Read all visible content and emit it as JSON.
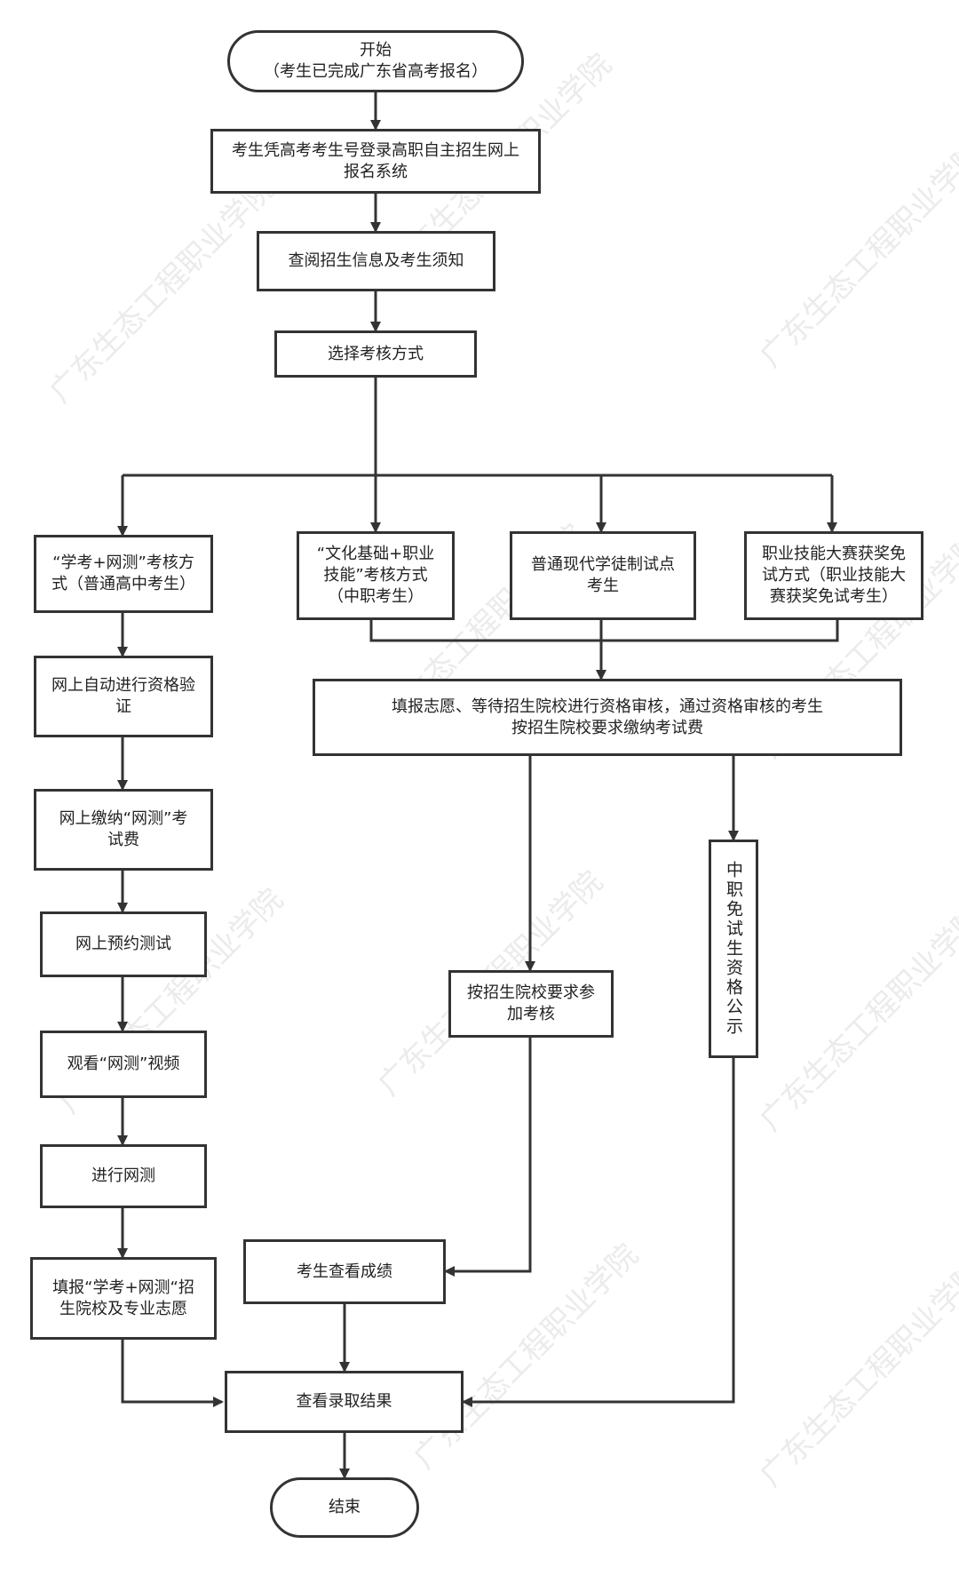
{
  "watermark": "广东生态工程职业学院",
  "colors": {
    "stroke": "#333333",
    "text": "#222222",
    "background": "#ffffff",
    "watermark": "#c8c8c8"
  },
  "nodes": {
    "start": "开始\n（考生已完成广东省高考报名）",
    "login": "考生凭高考考生号登录高职自主招生网上\n报名系统",
    "review": "查阅招生信息及考生须知",
    "choose": "选择考核方式",
    "path_a": "“学考+网测”考核方\n式（普通高中考生）",
    "path_b": "“文化基础+职业\n技能”考核方式\n（中职考生）",
    "path_c": "普通现代学徒制试点\n考生",
    "path_d": "职业技能大赛获奖免\n试方式（职业技能大\n赛获奖免试考生）",
    "a1": "网上自动进行资格验\n证",
    "a2": "网上缴纳“网测”考\n试费",
    "a3": "网上预约测试",
    "a4": "观看“网测”视频",
    "a5": "进行网测",
    "a6": "填报“学考+网测“招\n生院校及专业志愿",
    "apply": "填报志愿、等待招生院校进行资格审核，通过资格审核的考生\n按招生院校要求缴纳考试费",
    "exam": "按招生院校要求参\n加考核",
    "exempt": "中职免试生资格公示",
    "score": "考生查看成绩",
    "result": "查看录取结果",
    "end": "结束"
  }
}
